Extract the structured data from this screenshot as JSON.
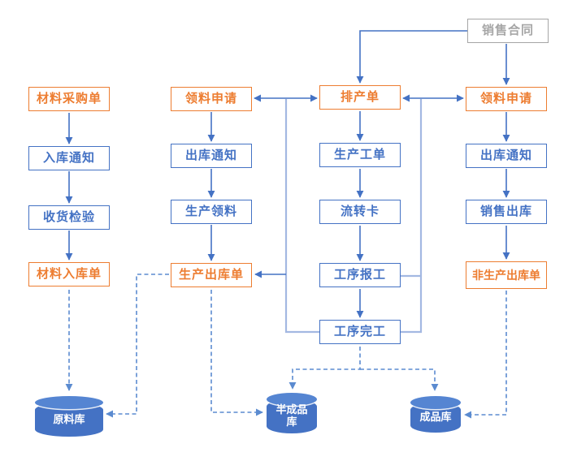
{
  "diagram": {
    "colors": {
      "box_blue": "#4472C4",
      "box_orange": "#ED7D31",
      "box_gray": "#A6A6A6",
      "connector_solid": "#4472C4",
      "connector_light": "#A3B8E2",
      "connector_dashed": "#5B8BD0",
      "cylinder_fill": "#4472C4",
      "cylinder_top": "#5585D2",
      "cylinder_text": "#FFFFFF"
    },
    "nodes": {
      "sales_contract": {
        "label": "销售合同"
      },
      "material_purchase_order": {
        "label": "材料采购单"
      },
      "inbound_notice": {
        "label": "入库通知"
      },
      "receipt_inspection": {
        "label": "收货检验"
      },
      "material_inbound_order": {
        "label": "材料入库单"
      },
      "picking_request_left": {
        "label": "领料申请"
      },
      "outbound_notice_left": {
        "label": "出库通知"
      },
      "production_picking": {
        "label": "生产领料"
      },
      "production_outbound_order": {
        "label": "生产出库单"
      },
      "production_schedule": {
        "label": "排产单"
      },
      "production_work_order": {
        "label": "生产工单"
      },
      "flow_card": {
        "label": "流转卡"
      },
      "process_reporting": {
        "label": "工序报工"
      },
      "process_completion": {
        "label": "工序完工"
      },
      "picking_request_right": {
        "label": "领料申请"
      },
      "outbound_notice_right": {
        "label": "出库通知"
      },
      "sales_outbound": {
        "label": "销售出库"
      },
      "non_production_outbound_order": {
        "label": "非生产出库单"
      }
    },
    "warehouses": {
      "raw_material": {
        "label": "原料库"
      },
      "semi_finished": {
        "label": "半成品库"
      },
      "finished_goods": {
        "label": "成品库"
      }
    }
  }
}
